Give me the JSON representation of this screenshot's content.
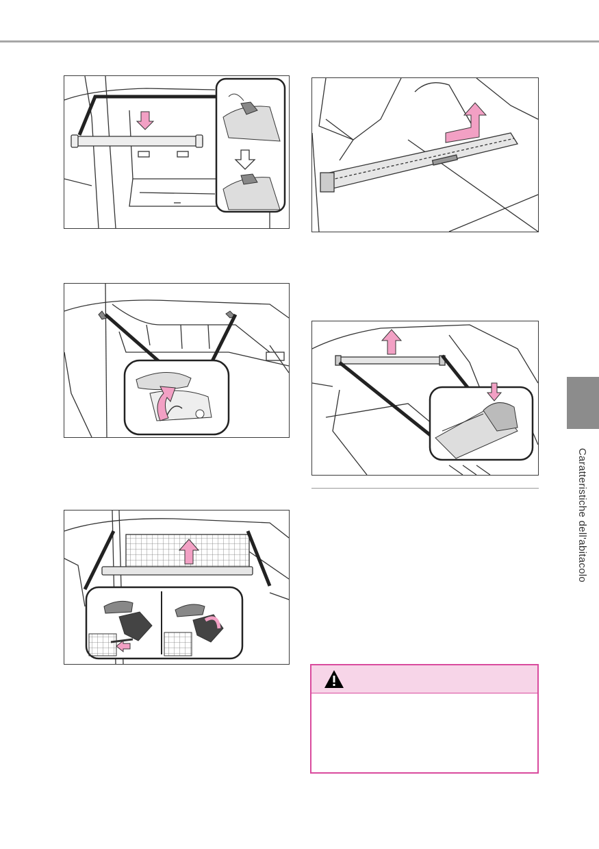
{
  "page": {
    "side_tab_label": "Caratteristiche dell'abitacolo"
  },
  "figures": [
    {
      "name": "figure-cover-install",
      "icon": "tonneau-cover-install-illustration"
    },
    {
      "name": "figure-cover-remove-lift",
      "icon": "tonneau-cover-remove-illustration"
    },
    {
      "name": "figure-hook-cover-open",
      "icon": "hook-cover-open-illustration"
    },
    {
      "name": "figure-cover-release",
      "icon": "tonneau-cover-release-illustration"
    },
    {
      "name": "figure-net-install",
      "icon": "cargo-net-install-illustration"
    }
  ],
  "warning": {
    "icon": "warning-triangle-icon",
    "colors": {
      "border": "#d94a9d",
      "header": "#f7d5e8"
    }
  },
  "colors": {
    "accent_arrow": "#f2a0c4",
    "rule": "#a7a7a7",
    "side_tab": "#8c8c8c"
  }
}
